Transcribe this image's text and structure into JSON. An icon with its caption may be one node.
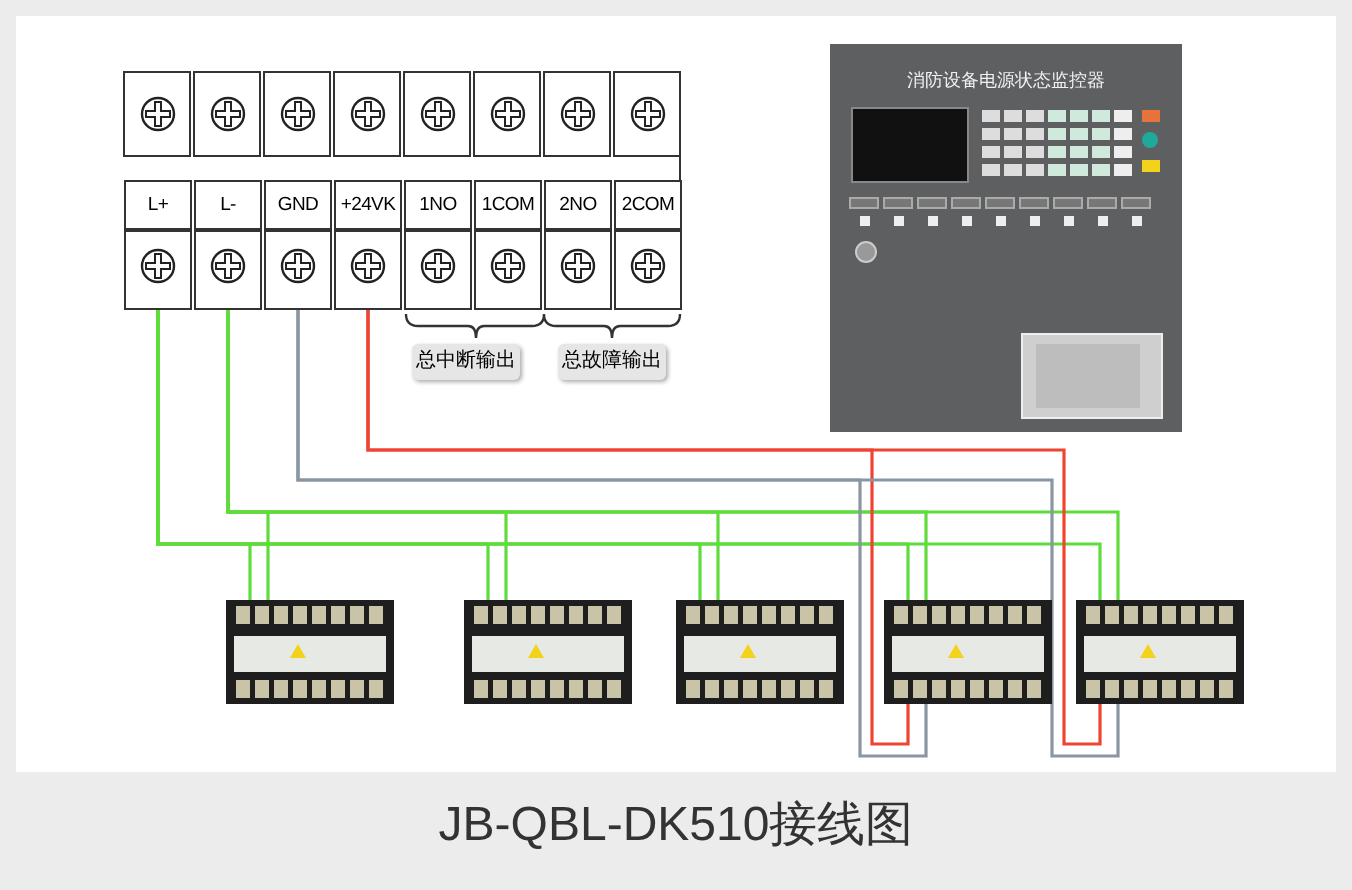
{
  "diagram": {
    "title": "JB-QBL-DK510接线图",
    "nodes": [
      {
        "text": [
          "L+"
        ]
      },
      {
        "text": [
          "L-"
        ]
      },
      {
        "text": [
          "GND"
        ]
      },
      {
        "text": [
          "+24VK"
        ]
      },
      {
        "text": [
          "1NO"
        ]
      },
      {
        "text": [
          "1COM"
        ]
      },
      {
        "text": [
          "2NO"
        ]
      },
      {
        "text": [
          "2COM"
        ]
      },
      {
        "text": [
          "总中断输出"
        ]
      },
      {
        "text": [
          "总故障输出"
        ]
      },
      {
        "text": [
          "消防设备电源状态监控器"
        ]
      },
      {
        "text": [],
        "shape": "picture"
      },
      {
        "text": [],
        "shape": "picture"
      },
      {
        "text": [],
        "shape": "picture"
      },
      {
        "text": [],
        "shape": "picture"
      },
      {
        "text": [],
        "shape": "picture"
      }
    ],
    "edges": [
      {
        "from": 0,
        "to": 11,
        "arrow": "none"
      },
      {
        "from": 1,
        "to": 11,
        "arrow": "none"
      },
      {
        "from": 0,
        "to": 12,
        "arrow": "none"
      },
      {
        "from": 1,
        "to": 12,
        "arrow": "none"
      },
      {
        "from": 0,
        "to": 13,
        "arrow": "none"
      },
      {
        "from": 1,
        "to": 13,
        "arrow": "none"
      },
      {
        "from": 0,
        "to": 14,
        "arrow": "none"
      },
      {
        "from": 1,
        "to": 14,
        "arrow": "none"
      },
      {
        "from": 0,
        "to": 15,
        "arrow": "none"
      },
      {
        "from": 1,
        "to": 15,
        "arrow": "none"
      },
      {
        "from": 3,
        "to": 14,
        "arrow": "none",
        "color": "#ee4433"
      },
      {
        "from": 2,
        "to": 14,
        "arrow": "none",
        "color": "#8a96a3"
      },
      {
        "from": 3,
        "to": 15,
        "arrow": "none",
        "color": "#ee4433"
      },
      {
        "from": 2,
        "to": 15,
        "arrow": "none",
        "color": "#8a96a3"
      }
    ]
  }
}
